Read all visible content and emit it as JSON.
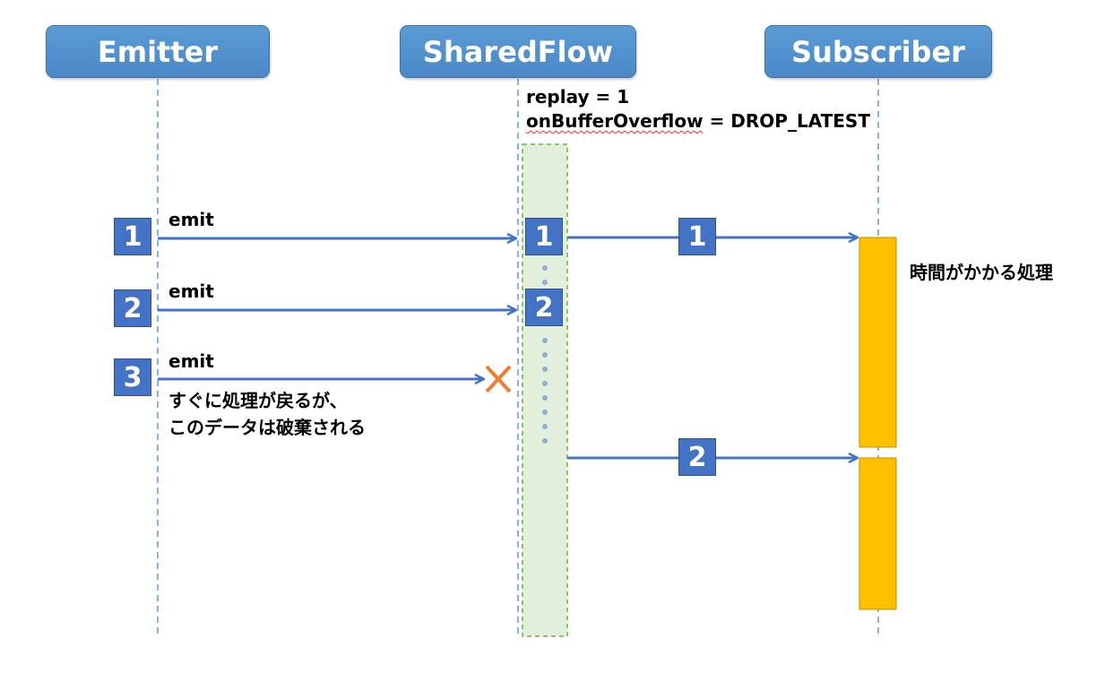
{
  "actors": {
    "emitter": "Emitter",
    "shared_flow": "SharedFlow",
    "subscriber": "Subscriber"
  },
  "config": {
    "replay": "replay = 1",
    "overflow_key": "onBufferOverflow",
    "overflow_value": " = DROP_LATEST"
  },
  "emitter_items": [
    {
      "number": "1",
      "action": "emit"
    },
    {
      "number": "2",
      "action": "emit"
    },
    {
      "number": "3",
      "action": "emit"
    }
  ],
  "buffer_items": [
    "1",
    "2"
  ],
  "delivered_items": [
    "1",
    "2"
  ],
  "notes": {
    "drop_line1": "すぐに処理が戻るが、",
    "drop_line2": "このデータは破棄される",
    "slow_process": "時間がかかる処理"
  },
  "colors": {
    "actor_fill": "#5b9bd5",
    "number_box": "#4472c4",
    "arrow": "#4472c4",
    "buffer_fill": "#e2efda",
    "buffer_border": "#70ad47",
    "process_fill": "#ffc000",
    "drop_mark": "#ed7d31",
    "dots": "#8faadc"
  },
  "icons": {
    "drop": "x-mark-icon"
  }
}
